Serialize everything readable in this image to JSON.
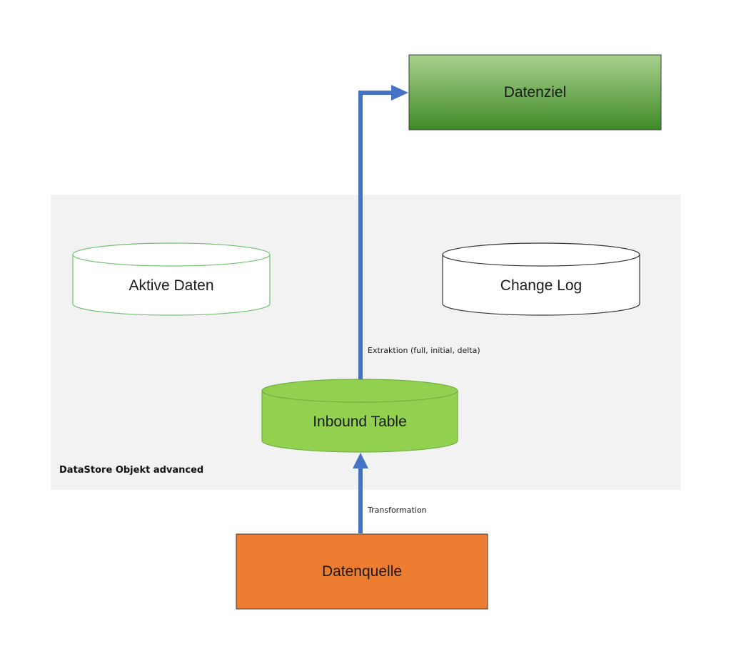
{
  "diagram": {
    "container_label": "DataStore Objekt advanced",
    "target": {
      "label": "Datenziel"
    },
    "source": {
      "label": "Datenquelle"
    },
    "active_data": {
      "label": "Aktive Daten"
    },
    "change_log": {
      "label": "Change Log"
    },
    "inbound_table": {
      "label": "Inbound Table"
    },
    "edge_extraction": {
      "label": "Extraktion (full, initial, delta)"
    },
    "edge_transformation": {
      "label": "Transformation"
    }
  },
  "colors": {
    "container_fill": "#f2f2f2",
    "target_top": "#a9d18e",
    "target_bottom": "#3f8a28",
    "source_fill": "#ed7d31",
    "inbound_fill": "#92d050",
    "active_data_stroke": "#70c070",
    "change_log_stroke": "#333333",
    "arrow": "#4472c4"
  }
}
